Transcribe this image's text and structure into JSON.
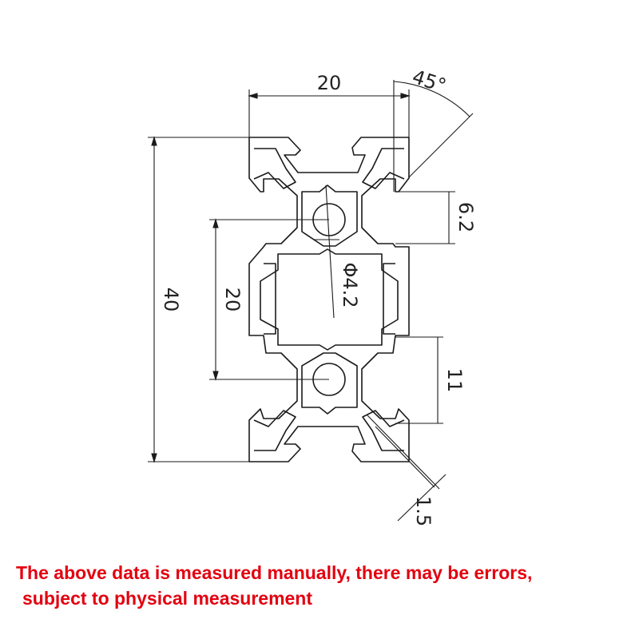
{
  "drawing": {
    "dimensions": {
      "width": "20",
      "angle": "45°",
      "slot": "6.2",
      "height": "40",
      "center_distance": "20",
      "hole": "Φ4.2",
      "depth": "11",
      "wall": "1.5"
    }
  },
  "note": {
    "line1": "The above data is measured manually, there may be errors,",
    "line2": "subject to physical measurement"
  },
  "colors": {
    "line": "#1a1a1a",
    "note": "#e3000f"
  }
}
